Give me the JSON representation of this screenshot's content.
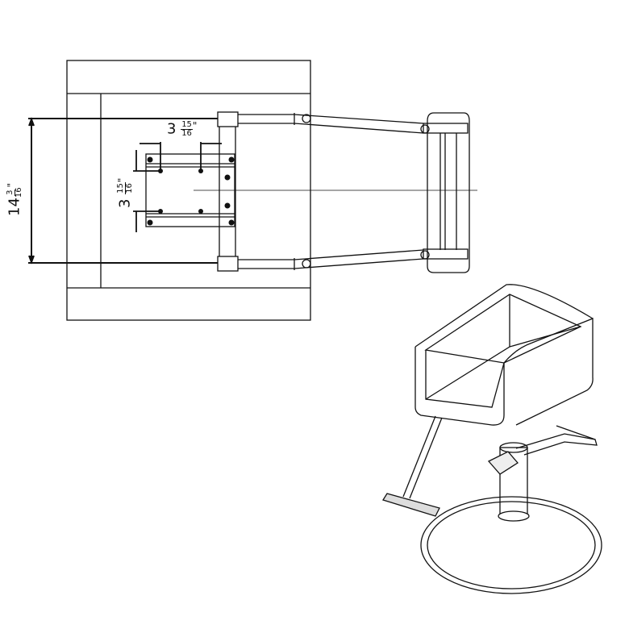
{
  "dimensions": {
    "overall_width": {
      "whole": "14",
      "num": "3",
      "den": "16",
      "unit": "\""
    },
    "hole_spacing_horizontal": {
      "whole": "3",
      "num": "15",
      "den": "16",
      "unit": "\""
    },
    "hole_spacing_vertical": {
      "whole": "3",
      "num": "15",
      "den": "16",
      "unit": "\""
    }
  },
  "colors": {
    "line": "#111111",
    "background": "#ffffff"
  }
}
